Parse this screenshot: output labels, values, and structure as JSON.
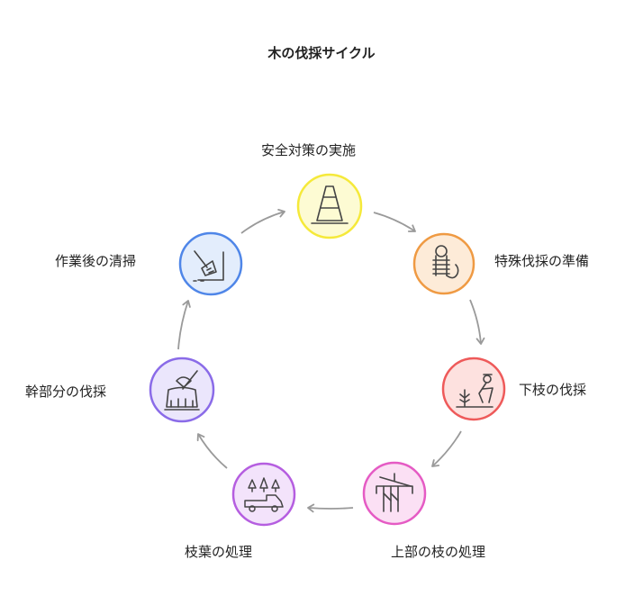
{
  "title": "木の伐採サイクル",
  "steps": [
    {
      "label": "安全対策の実施",
      "icon": "traffic-cone-icon",
      "color": "#f5e93a",
      "fill": "#fdfbd3"
    },
    {
      "label": "特殊伐採の準備",
      "icon": "rope-icon",
      "color": "#ef9a43",
      "fill": "#fdebd8"
    },
    {
      "label": "下枝の伐採",
      "icon": "tree-cutting-worker-icon",
      "color": "#ee5a5a",
      "fill": "#fde1df"
    },
    {
      "label": "上部の枝の処理",
      "icon": "crane-icon",
      "color": "#e55bc4",
      "fill": "#fbe0f4"
    },
    {
      "label": "枝葉の処理",
      "icon": "truck-with-trees-icon",
      "color": "#b55ee0",
      "fill": "#f3e3fb"
    },
    {
      "label": "幹部分の伐採",
      "icon": "axe-in-stump-icon",
      "color": "#8a6be8",
      "fill": "#ebe6fc"
    },
    {
      "label": "作業後の清掃",
      "icon": "broom-icon",
      "color": "#4f86e8",
      "fill": "#e3edfc"
    }
  ],
  "arrow_color": "#9a9a9a",
  "icon_stroke": "#444444"
}
